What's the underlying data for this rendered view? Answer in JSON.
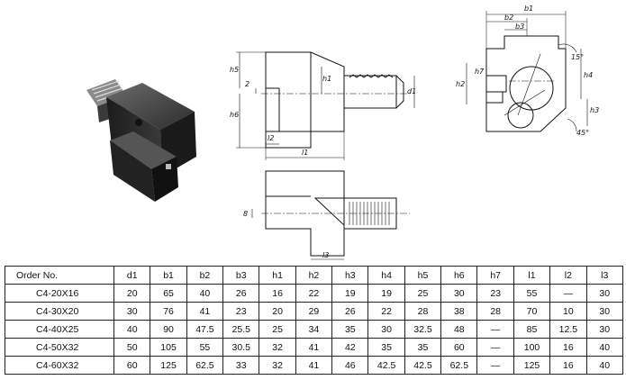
{
  "drawing_labels": {
    "b1": "b1",
    "b2": "b2",
    "b3": "b3",
    "h1": "h1",
    "h2": "h2",
    "h3": "h3",
    "h4": "h4",
    "h5": "h5",
    "h6": "h6",
    "h7": "h7",
    "l1": "l1",
    "l2": "l2",
    "l3": "l3",
    "d1": "d1",
    "dim_2": "2",
    "dim_8": "8",
    "angle_15": "15°",
    "angle_45": "45°"
  },
  "table": {
    "headers": [
      "Order No.",
      "d1",
      "b1",
      "b2",
      "b3",
      "h1",
      "h2",
      "h3",
      "h4",
      "h5",
      "h6",
      "h7",
      "l1",
      "l2",
      "l3"
    ],
    "rows": [
      [
        "C4-20X16",
        "20",
        "65",
        "40",
        "26",
        "16",
        "22",
        "19",
        "19",
        "25",
        "30",
        "23",
        "55",
        "—",
        "30"
      ],
      [
        "C4-30X20",
        "30",
        "76",
        "41",
        "23",
        "20",
        "29",
        "26",
        "22",
        "28",
        "38",
        "28",
        "70",
        "10",
        "30"
      ],
      [
        "C4-40X25",
        "40",
        "90",
        "47.5",
        "25.5",
        "25",
        "34",
        "35",
        "30",
        "32.5",
        "48",
        "—",
        "85",
        "12.5",
        "30"
      ],
      [
        "C4-50X32",
        "50",
        "105",
        "55",
        "30.5",
        "32",
        "41",
        "42",
        "35",
        "35",
        "60",
        "—",
        "100",
        "16",
        "40"
      ],
      [
        "C4-60X32",
        "60",
        "125",
        "62.5",
        "33",
        "32",
        "41",
        "46",
        "42.5",
        "42.5",
        "62.5",
        "—",
        "125",
        "16",
        "40"
      ]
    ]
  },
  "colors": {
    "line": "#111111",
    "tool_dark": "#2a2a2a",
    "tool_mid": "#4a4a4a"
  }
}
